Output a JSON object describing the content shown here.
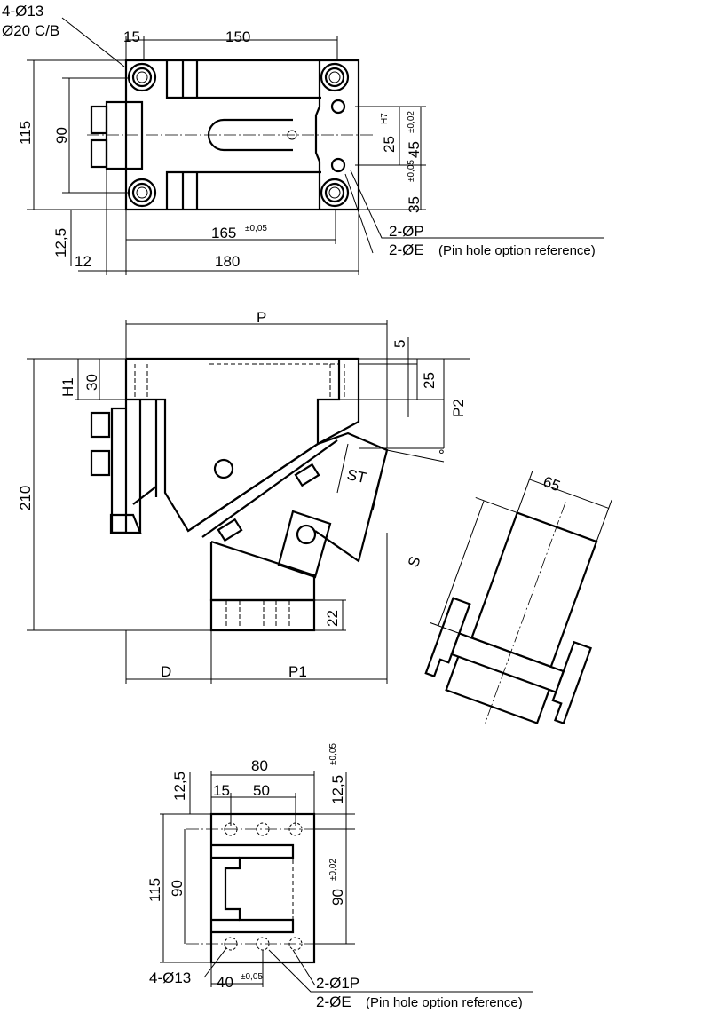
{
  "top_view": {
    "holes_label": "4-Ø13",
    "cbore_label": "Ø20 C/B",
    "dim_15": "15",
    "dim_150": "150",
    "dim_115": "115",
    "dim_90": "90",
    "dim_25": "25",
    "tol_h7": "H7",
    "dim_45": "45",
    "tol_45": "±0,02",
    "tol_35": "±0,05",
    "dim_35": "35",
    "dim_165": "165",
    "tol_165": "±0,05",
    "dim_12_5": "12,5",
    "dim_12": "12",
    "dim_180": "180",
    "pin_p_label": "2-ØP",
    "pin_e_label": "2-ØE",
    "pin_e_note": "(Pin hole option reference)"
  },
  "side_view": {
    "dim_P": "P",
    "dim_5": "5",
    "dim_25": "25",
    "dim_P2": "P2",
    "dim_H1": "H1",
    "dim_30": "30",
    "dim_210": "210",
    "dim_ST": "ST",
    "degree": "°",
    "dim_22": "22",
    "dim_D": "D",
    "dim_P1": "P1"
  },
  "jaw_view": {
    "dim_65": "65",
    "dim_S": "S"
  },
  "bottom_view": {
    "dim_80": "80",
    "dim_12_5_left": "12,5",
    "dim_12_5_right": "12,5",
    "tol_12_5": "±0,05",
    "dim_15": "15",
    "dim_50": "50",
    "dim_115": "115",
    "dim_90_left": "90",
    "dim_90_right": "90",
    "tol_90": "±0,02",
    "holes_label": "4-Ø13",
    "dim_40": "40",
    "tol_40": "±0,05",
    "pin_1p_label": "2-Ø1P",
    "pin_e_label": "2-ØE",
    "pin_e_note": "(Pin hole option reference)"
  }
}
